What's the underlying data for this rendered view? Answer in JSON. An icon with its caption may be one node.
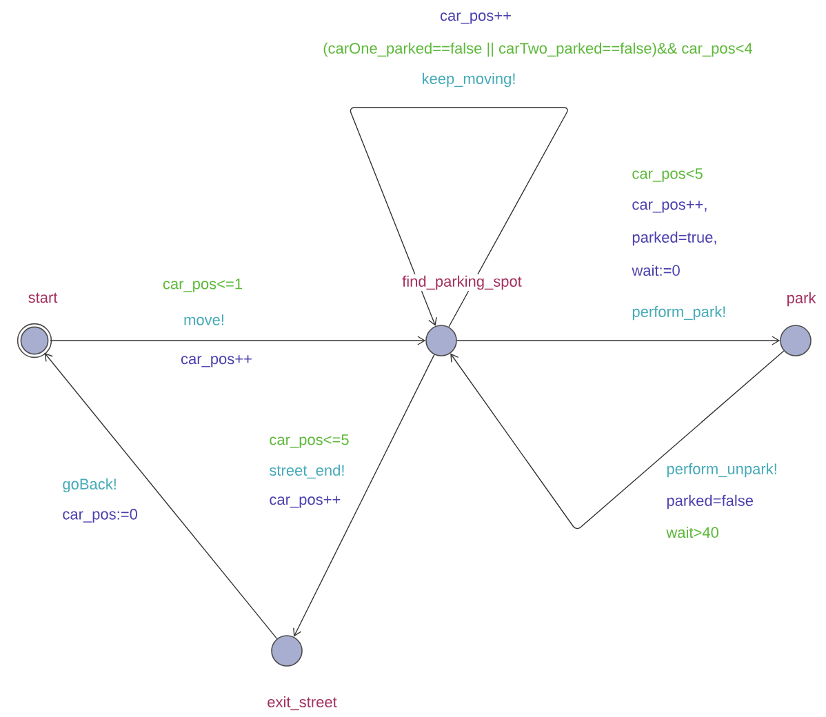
{
  "diagram": {
    "nodes": [
      {
        "text": [],
        "shape": "circle",
        "beside": [
          "start"
        ]
      },
      {
        "text": [],
        "shape": "circle",
        "beside": [
          "find_parking_spot"
        ]
      },
      {
        "text": [],
        "shape": "circle",
        "beside": [
          "park"
        ]
      },
      {
        "text": [],
        "shape": "circle",
        "beside": [
          "exit_street"
        ]
      }
    ],
    "edges": [
      {
        "from": 0,
        "to": 1,
        "arrow": "to"
      },
      {
        "from": 1,
        "to": 1,
        "arrow": "to"
      },
      {
        "from": 1,
        "to": 2,
        "arrow": "to"
      },
      {
        "from": 2,
        "to": 1,
        "arrow": "to"
      },
      {
        "from": 1,
        "to": 3,
        "arrow": "to"
      },
      {
        "from": 3,
        "to": 0,
        "arrow": "to"
      }
    ],
    "labels": [
      "car_pos++",
      "(carOne_parked==false || carTwo_parked==false)&& car_pos<4",
      "keep_moving!",
      "car_pos<=1",
      "move!",
      "car_pos++",
      "car_pos<5",
      "car_pos++,",
      "parked=true,",
      "wait:=0",
      "perform_park!",
      "goBack!",
      "car_pos:=0",
      "car_pos<=5",
      "street_end!",
      "car_pos++",
      "perform_unpark!",
      "parked=false",
      "wait>40"
    ]
  }
}
